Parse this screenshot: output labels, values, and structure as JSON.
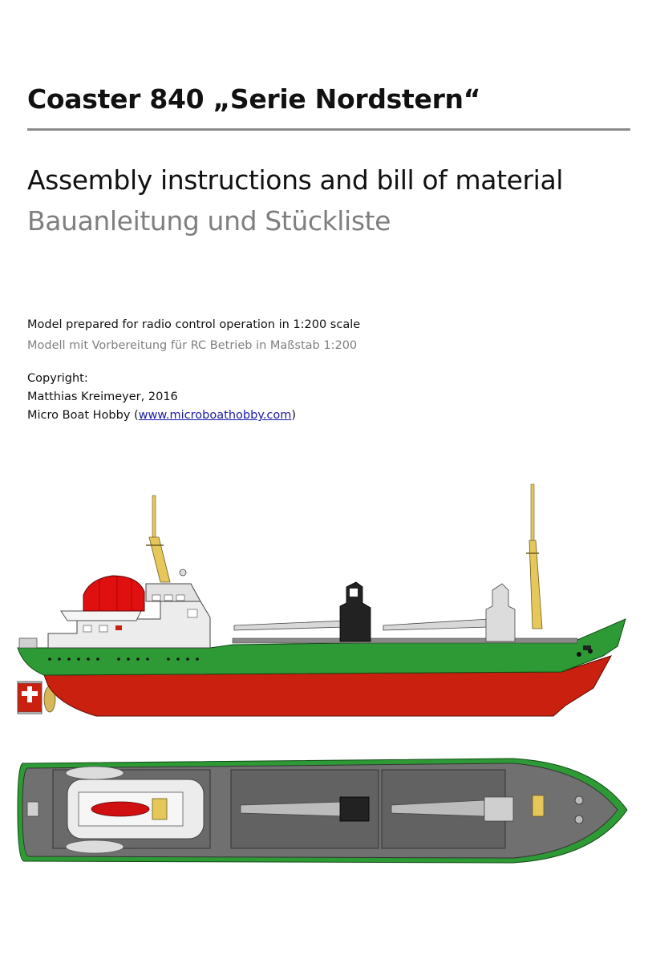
{
  "header": {
    "title": "Coaster 840 „Serie Nordstern“"
  },
  "subtitle": {
    "en": "Assembly instructions and bill of material",
    "de": "Bauanleitung und Stückliste"
  },
  "info": {
    "en": "Model prepared for radio control operation in 1:200 scale",
    "de": "Modell mit Vorbereitung für RC Betrieb  in Maßstab 1:200"
  },
  "copyright": {
    "label": "Copyright:",
    "author": "Matthias Kreimeyer, 2016",
    "company_prefix": "Micro Boat Hobby (",
    "link_text": "www.microboathobby.com",
    "company_suffix": ")"
  },
  "colors": {
    "hull_green": "#2e9a35",
    "hull_red": "#c9200f",
    "boat_cover_red": "#e01010",
    "deck_grey": "#707070",
    "superstructure": "#ececec",
    "mast_yellow": "#e6c85a"
  }
}
